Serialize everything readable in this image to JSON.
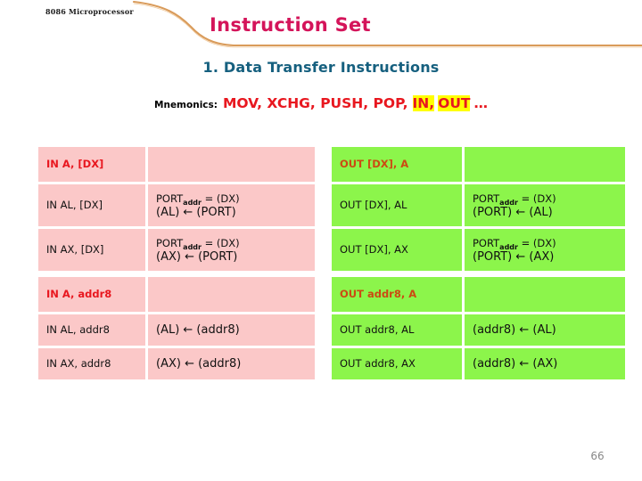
{
  "header": {
    "logo_text": "8086 Microprocessor",
    "title": "Instruction Set",
    "accent_color": "#d4145a",
    "swoosh_color": "#d99b5a"
  },
  "section": {
    "heading": "1. Data Transfer Instructions",
    "heading_color": "#16607f"
  },
  "mnemonics": {
    "label": "Mnemonics:",
    "plain_text": "MOV, XCHG, PUSH, POP,",
    "highlight_1": "IN,",
    "highlight_2": "OUT",
    "ellipsis": "…",
    "text_color": "#e8171f",
    "highlight_color": "#ffff00"
  },
  "tables": {
    "in_dx": {
      "accent": "#fbc8c8",
      "header": "IN A, [DX]",
      "header_color": "#e8171f",
      "rows": [
        {
          "mnemonic": "IN AL, [DX]",
          "op_line1_pre": "PORT",
          "op_line1_sub": "addr",
          "op_line1_post": " = (DX)",
          "op_line2": "(AL) ← (PORT)"
        },
        {
          "mnemonic": "IN AX, [DX]",
          "op_line1_pre": "PORT",
          "op_line1_sub": "addr",
          "op_line1_post": " = (DX)",
          "op_line2": "(AX) ← (PORT)"
        }
      ]
    },
    "out_dx": {
      "accent": "#8cf54b",
      "header": "OUT [DX], A",
      "header_color": "#cc4a12",
      "rows": [
        {
          "mnemonic": "OUT [DX], AL",
          "op_line1_pre": "PORT",
          "op_line1_sub": "addr",
          "op_line1_post": " = (DX)",
          "op_line2": "(PORT) ← (AL)"
        },
        {
          "mnemonic": "OUT [DX], AX",
          "op_line1_pre": "PORT",
          "op_line1_sub": "addr",
          "op_line1_post": " = (DX)",
          "op_line2": "(PORT) ← (AX)"
        }
      ]
    },
    "in_addr8": {
      "accent": "#fbc8c8",
      "header": "IN A, addr8",
      "header_color": "#e8171f",
      "rows": [
        {
          "mnemonic": "IN AL, addr8",
          "operation": "(AL) ← (addr8)"
        },
        {
          "mnemonic": "IN AX, addr8",
          "operation": "(AX) ← (addr8)"
        }
      ]
    },
    "out_addr8": {
      "accent": "#8cf54b",
      "header": "OUT addr8, A",
      "header_color": "#cc4a12",
      "rows": [
        {
          "mnemonic": "OUT addr8, AL",
          "operation": "(addr8) ← (AL)"
        },
        {
          "mnemonic": "OUT addr8, AX",
          "operation": "(addr8) ← (AX)"
        }
      ]
    }
  },
  "footer": {
    "page_number": "66"
  }
}
